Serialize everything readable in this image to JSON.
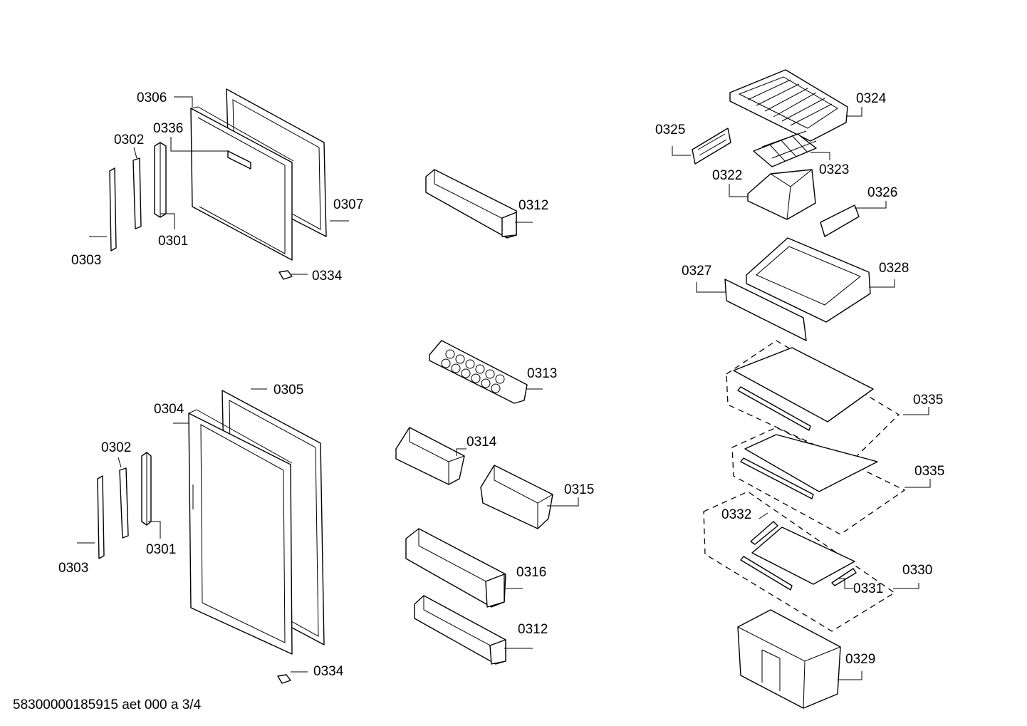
{
  "labels": {
    "p0306": "0306",
    "p0336": "0336",
    "p0302_top": "0302",
    "p0307": "0307",
    "p0301_top": "0301",
    "p0303_top": "0303",
    "p0334_top": "0334",
    "p0312_top": "0312",
    "p0324": "0324",
    "p0325": "0325",
    "p0323": "0323",
    "p0322": "0322",
    "p0326": "0326",
    "p0327": "0327",
    "p0328": "0328",
    "p0313": "0313",
    "p0305": "0305",
    "p0304": "0304",
    "p0302_bottom": "0302",
    "p0314": "0314",
    "p0315": "0315",
    "p0301_bottom": "0301",
    "p0303_bottom": "0303",
    "p0316": "0316",
    "p0312_bottom": "0312",
    "p0334_bottom": "0334",
    "p0335_a": "0335",
    "p0335_b": "0335",
    "p0332": "0332",
    "p0330": "0330",
    "p0331": "0331",
    "p0329": "0329"
  },
  "footer": "58300000185915 aet 000 a 3/4"
}
